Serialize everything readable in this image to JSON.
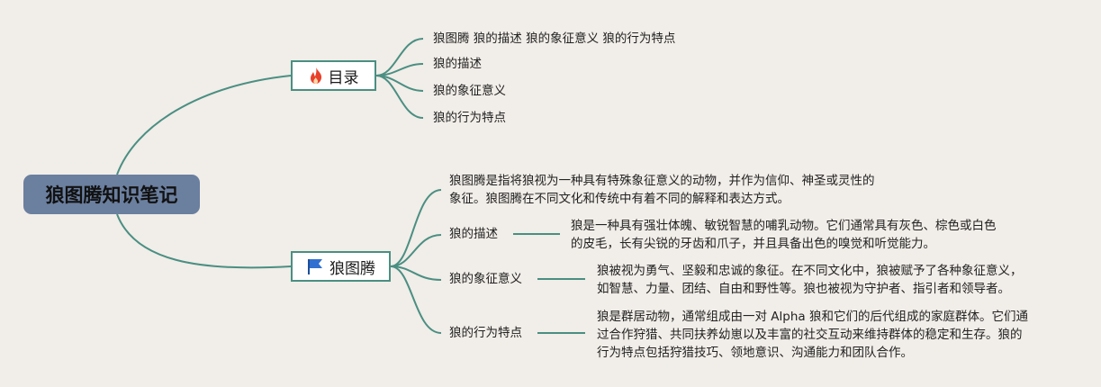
{
  "root": {
    "title": "狼图腾知识笔记"
  },
  "toc": {
    "label": "目录",
    "icon": "fire-icon",
    "items": [
      "狼图腾 狼的描述 狼的象征意义 狼的行为特点",
      "狼的描述",
      "狼的象征意义",
      "狼的行为特点"
    ]
  },
  "wolf": {
    "label": "狼图腾",
    "icon": "flag-icon",
    "intro": {
      "line1": "狼图腾是指将狼视为一种具有特殊象征意义的动物，并作为信仰、神圣或灵性的",
      "line2": "象征。狼图腾在不同文化和传统中有着不同的解释和表达方式。"
    },
    "description": {
      "label": "狼的描述",
      "line1": "狼是一种具有强壮体魄、敏锐智慧的哺乳动物。它们通常具有灰色、棕色或白色",
      "line2": "的皮毛，长有尖锐的牙齿和爪子，并且具备出色的嗅觉和听觉能力。"
    },
    "symbolism": {
      "label": "狼的象征意义",
      "line1": "狼被视为勇气、坚毅和忠诚的象征。在不同文化中，狼被赋予了各种象征意义，",
      "line2": "如智慧、力量、团结、自由和野性等。狼也被视为守护者、指引者和领导者。"
    },
    "behavior": {
      "label": "狼的行为特点",
      "line1": "狼是群居动物，通常组成由一对 Alpha 狼和它们的后代组成的家庭群体。它们通",
      "line2": "过合作狩猎、共同扶养幼崽以及丰富的社交互动来维持群体的稳定和生存。狼的",
      "line3": "行为特点包括狩猎技巧、领地意识、沟通能力和团队合作。"
    }
  },
  "colors": {
    "line": "#4a8f82",
    "root_bg": "#6b7f9f",
    "background": "#f1ede8",
    "fire": "#e8412b",
    "flag": "#2f6fd0"
  }
}
